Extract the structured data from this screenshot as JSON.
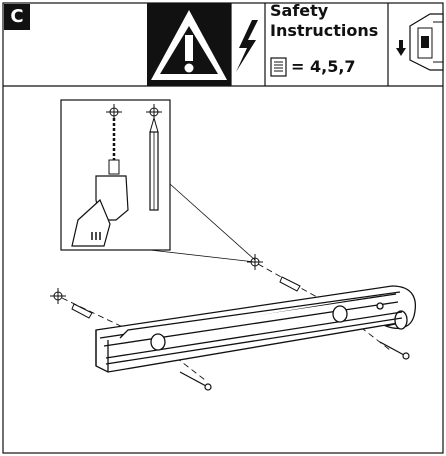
{
  "step": {
    "label": "C"
  },
  "safety": {
    "line1": "Safety",
    "line2": "Instructions",
    "pages": "= 4,5,7"
  },
  "icons": {
    "warning": "warning-triangle-icon",
    "electric": "lightning-bolt-icon",
    "manual": "manual-document-icon",
    "breaker": "circuit-breaker-off-icon",
    "drill": "power-drill-icon",
    "pencil": "pencil-icon"
  },
  "colors": {
    "ink": "#111111",
    "paper": "#ffffff"
  }
}
